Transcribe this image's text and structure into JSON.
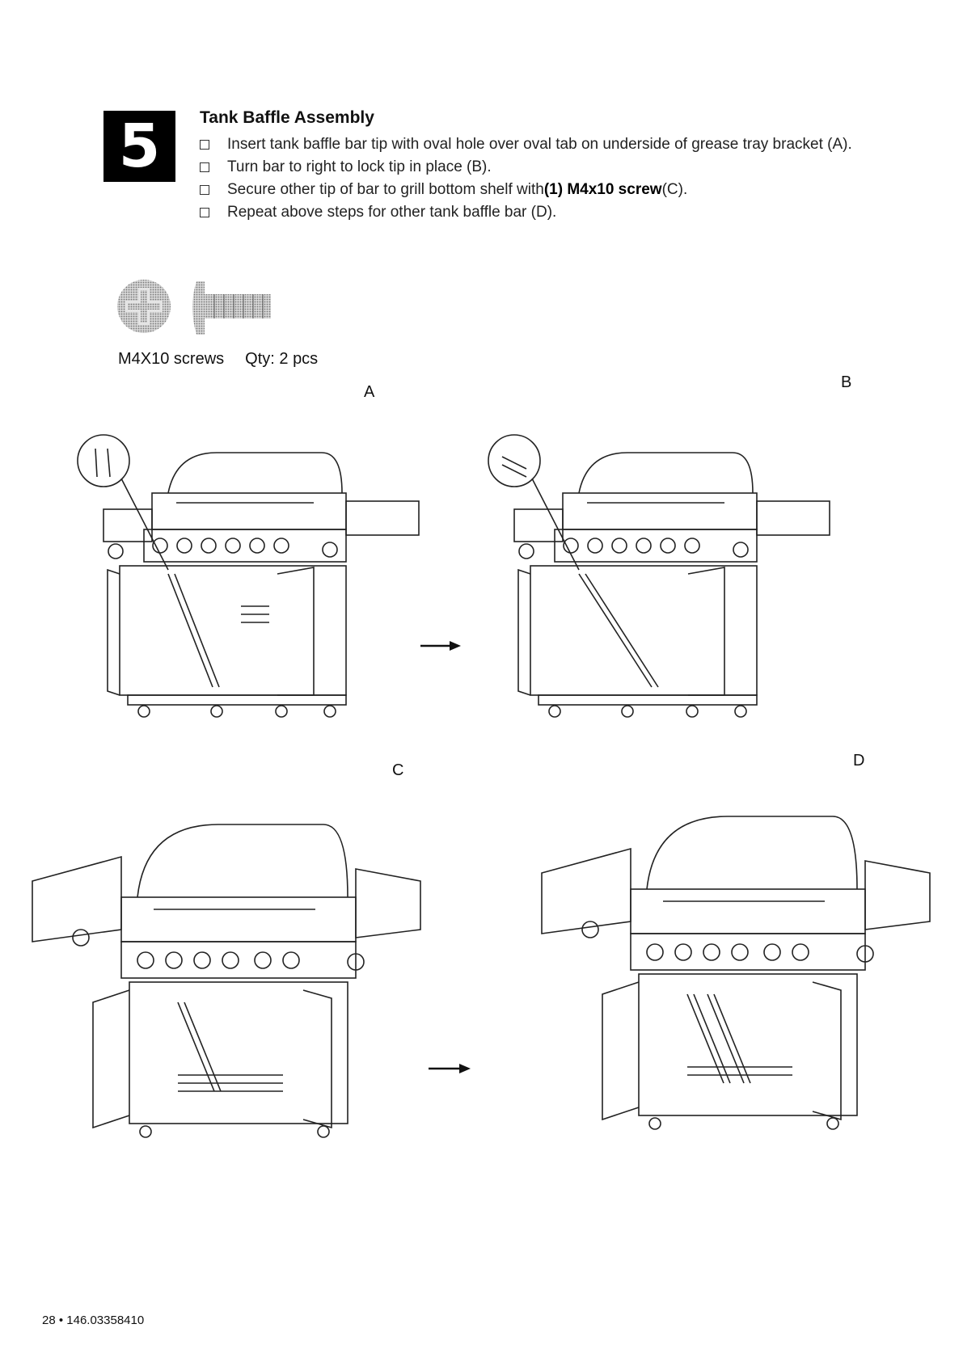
{
  "step_number": "5",
  "heading": "Tank Baffle Assembly",
  "steps": [
    {
      "text": "Insert tank baffle bar tip with oval hole over oval tab on underside of grease tray bracket (A)."
    },
    {
      "text": "Turn bar to right to lock tip in place (B)."
    },
    {
      "pre": "Secure other tip of bar to grill bottom shelf with ",
      "bold": "(1) M4x10 screw",
      "post": " (C)."
    },
    {
      "text": "Repeat above steps for other tank baffle bar (D)."
    }
  ],
  "hardware": {
    "name": "M4X10 screws",
    "qty": "Qty: 2 pcs"
  },
  "figure_labels": {
    "a": "A",
    "b": "B",
    "c": "C",
    "d": "D"
  },
  "footer": "28 • 146.03358410"
}
